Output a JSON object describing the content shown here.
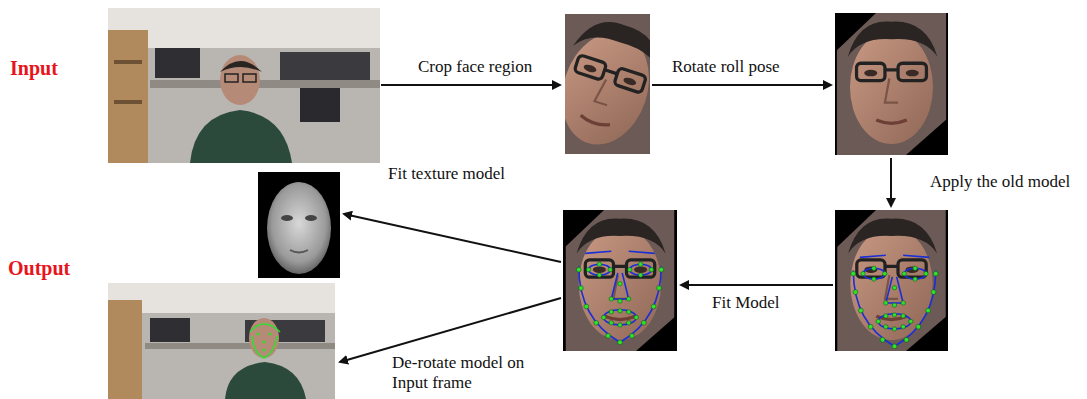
{
  "diagram": {
    "labels": [
      "Input",
      "Output",
      "Crop face region",
      "Rotate roll pose",
      "Apply the old model",
      "Fit Model",
      "Fit texture model",
      "De-rotate model on Input frame"
    ]
  }
}
